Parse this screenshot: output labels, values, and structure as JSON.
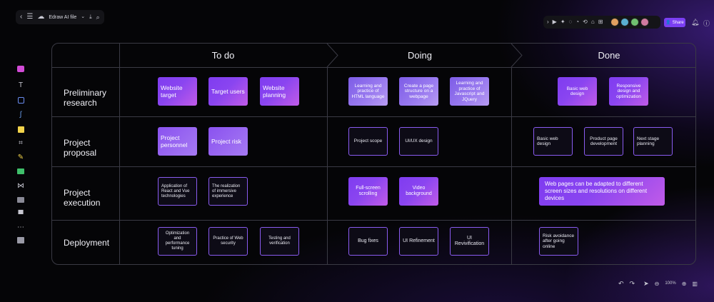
{
  "app": {
    "file_name": "Edraw AI file",
    "zoom": "100%",
    "share_label": "Share"
  },
  "colors": {
    "accent": "#7b3ff2",
    "card_gradient_start": "#7f3cf0",
    "card_gradient_end": "#c15be8",
    "outline_border": "#8a5bf0",
    "grid_line": "#3a3a44"
  },
  "top_left_toolbar": {
    "icons": [
      "chevron-left-icon",
      "menu-icon",
      "cloud-icon",
      "chevron-down-icon",
      "export-icon",
      "search-icon"
    ]
  },
  "top_right_toolbar": {
    "icons": [
      "chevron-right-icon",
      "play-icon",
      "ai-icon",
      "comment-icon",
      "history-icon",
      "history-clock-icon",
      "library-icon",
      "grid-icon"
    ],
    "avatars": [
      "#e0a060",
      "#5ab0d0",
      "#70c070",
      "#d07aa0"
    ],
    "right_icons": [
      "bell-icon",
      "help-icon"
    ]
  },
  "left_toolbar": {
    "icons": [
      "template-icon",
      "text-icon",
      "shape-icon",
      "line-icon",
      "sticky-note-icon",
      "frame-icon",
      "pen-icon",
      "table-icon",
      "mindmap-icon",
      "image-icon",
      "chart-icon",
      "more-icon",
      "library-icon"
    ]
  },
  "board": {
    "columns": [
      "To do",
      "Doing",
      "Done"
    ],
    "rows": [
      {
        "label": "Preliminary research"
      },
      {
        "label": "Project proposal"
      },
      {
        "label": "Project execution"
      },
      {
        "label": "Deployment"
      }
    ],
    "cards": {
      "r0_todo": [
        "Website target",
        "Target users",
        "Website planning"
      ],
      "r0_doing": [
        "Learning and practice of HTML language",
        "Create a page structure on a webpage",
        "Learning and practice of Javascript and JQuery"
      ],
      "r0_done": [
        "Basic web design",
        "Responsive design and optimization"
      ],
      "r1_todo": [
        "Project personnel",
        "Project risk"
      ],
      "r1_doing": [
        "Project scope",
        "UI/UX design"
      ],
      "r1_done": [
        "Basic web design",
        "Product page development",
        "Next stage planning"
      ],
      "r2_todo": [
        "Application of React and Vue technologies",
        "The realization of immersive experience"
      ],
      "r2_doing": [
        "Full-screen scrolling",
        "Video background"
      ],
      "r2_done": [
        "Web pages can be adapted to different screen sizes and resolutions on different devices"
      ],
      "r3_todo": [
        "Optimization and performance tuning",
        "Practice of Web security",
        "Testing and verification"
      ],
      "r3_doing": [
        "Bug fixes",
        "UI Refinement",
        "UI Revivification"
      ],
      "r3_done": [
        "Risk avoidance after going online"
      ]
    }
  },
  "bottom_toolbar": {
    "icons": [
      "undo-icon",
      "redo-icon",
      "pointer-icon",
      "zoom-out-icon",
      "zoom-in-icon",
      "book-icon"
    ]
  }
}
